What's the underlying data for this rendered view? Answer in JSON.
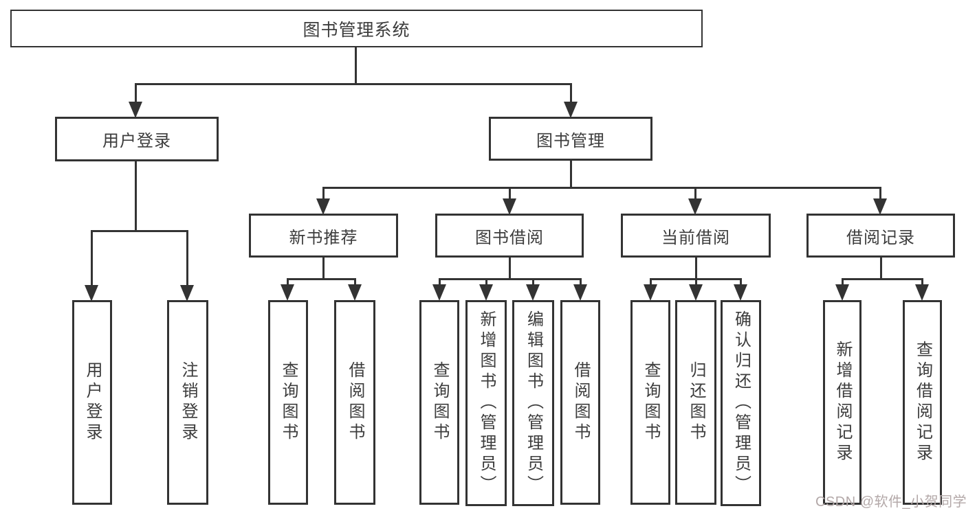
{
  "diagram": {
    "title": "图书管理系统",
    "watermark": "CSDN @软件_小贺同学",
    "colors": {
      "line": "#333333",
      "text": "#3c3c3c",
      "watermark": "#b3a8a8",
      "background": "#ffffff"
    },
    "nodes": {
      "root": {
        "label": "图书管理系统"
      },
      "user_login": {
        "label": "用户登录"
      },
      "book_mgmt": {
        "label": "图书管理"
      },
      "user_login_leaf": {
        "label": "用户登录"
      },
      "logout_leaf": {
        "label": "注销登录"
      },
      "new_book_rec": {
        "label": "新书推荐"
      },
      "book_borrow": {
        "label": "图书借阅"
      },
      "current_borrow": {
        "label": "当前借阅"
      },
      "borrow_records": {
        "label": "借阅记录"
      },
      "rec_query_books": {
        "label": "查询图书"
      },
      "rec_borrow_books": {
        "label": "借阅图书"
      },
      "bb_query_books": {
        "label": "查询图书"
      },
      "bb_add_books": {
        "label": "新增图书（管理员）"
      },
      "bb_edit_books": {
        "label": "编辑图书（管理员）"
      },
      "bb_borrow_books": {
        "label": "借阅图书"
      },
      "cb_query_books": {
        "label": "查询图书"
      },
      "cb_return_books": {
        "label": "归还图书"
      },
      "cb_confirm_return": {
        "label": "确认归还（管理员）"
      },
      "br_add_record": {
        "label": "新增借阅记录"
      },
      "br_query_record": {
        "label": "查询借阅记录"
      }
    }
  }
}
